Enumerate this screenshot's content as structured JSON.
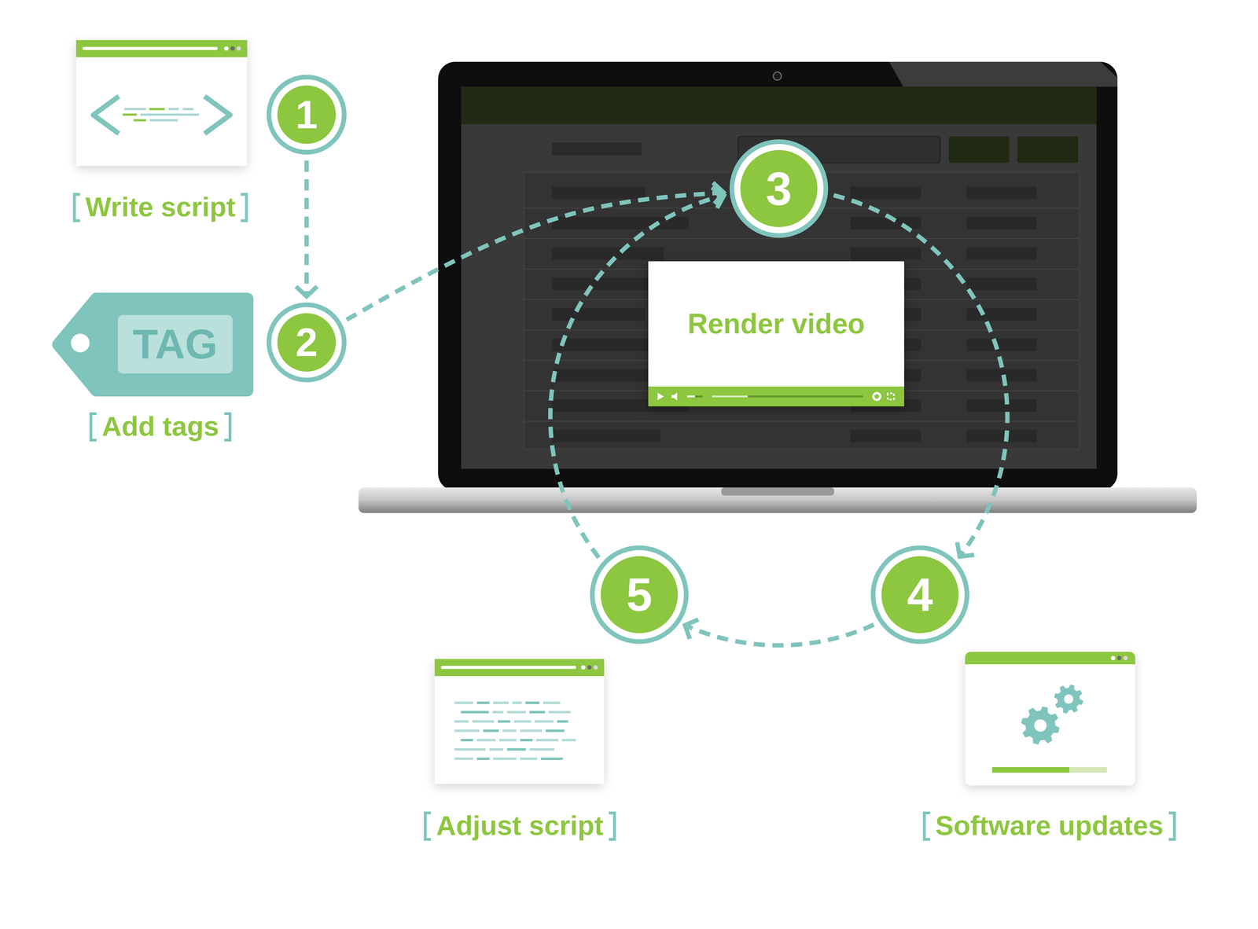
{
  "diagram": {
    "nodes": [
      {
        "text": [
          "1"
        ]
      },
      {
        "text": [
          "2"
        ]
      },
      {
        "text": [
          "3"
        ]
      },
      {
        "text": [
          "Render video"
        ]
      },
      {
        "text": [
          "4"
        ]
      },
      {
        "text": [
          "5"
        ]
      }
    ],
    "edges": [
      {
        "from": 0,
        "to": 1,
        "arrow": "to"
      },
      {
        "from": 1,
        "to": 2,
        "arrow": "to"
      },
      {
        "from": 2,
        "to": 4,
        "arrow": "to"
      },
      {
        "from": 4,
        "to": 5,
        "arrow": "to"
      },
      {
        "from": 5,
        "to": 2,
        "arrow": "to"
      }
    ],
    "labels": [
      "Write script",
      "TAG",
      "Add tags",
      "Adjust script",
      "Software updates"
    ]
  }
}
